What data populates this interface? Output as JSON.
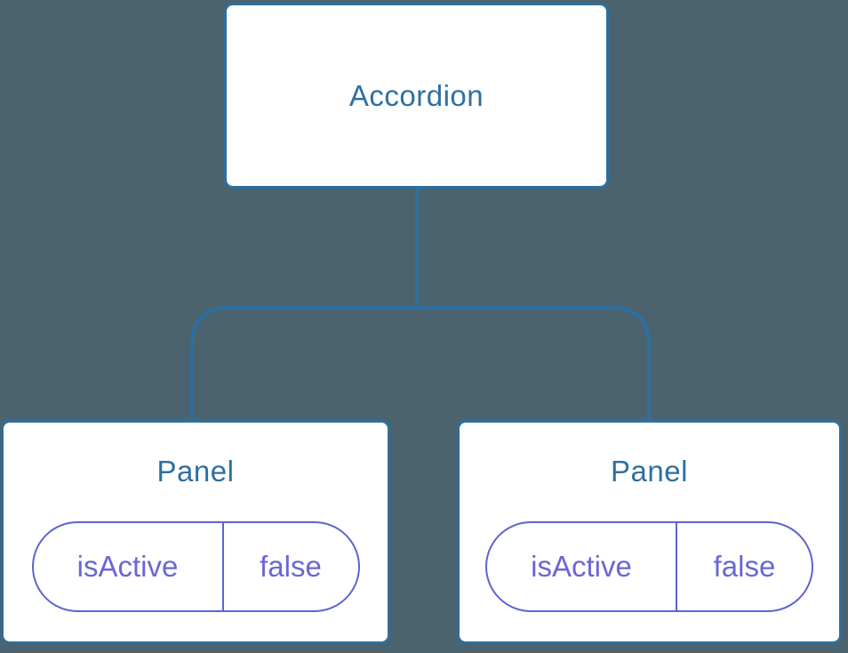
{
  "diagram": {
    "type": "component-tree",
    "colors": {
      "background": "#4B636E",
      "line": "#2E6F9F",
      "node_text": "#2F709F",
      "node_fill": "#FFFFFF",
      "state_border": "#5E64CE",
      "state_text": "#6A67D4"
    },
    "root": {
      "label": "Accordion"
    },
    "children": [
      {
        "label": "Panel",
        "state": {
          "key": "isActive",
          "value": "false"
        }
      },
      {
        "label": "Panel",
        "state": {
          "key": "isActive",
          "value": "false"
        }
      }
    ]
  }
}
